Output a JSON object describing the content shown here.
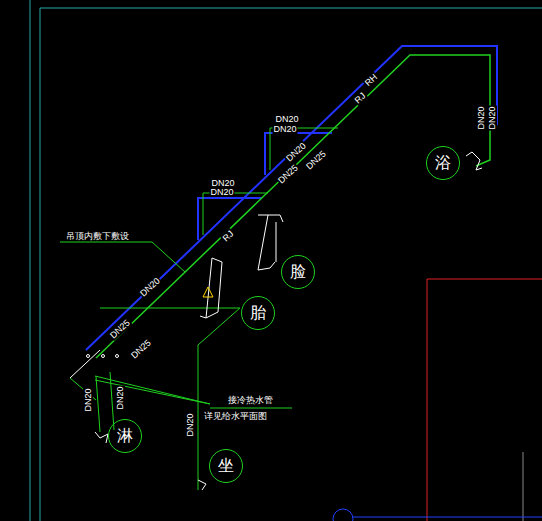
{
  "diagram": {
    "nodes": [
      {
        "text": [
          "浴"
        ]
      },
      {
        "text": [
          "脸"
        ]
      },
      {
        "text": [
          "胎"
        ]
      },
      {
        "text": [
          "淋"
        ]
      },
      {
        "text": [
          "坐"
        ]
      }
    ],
    "labels": [
      "RH",
      "RJ",
      "DN20",
      "DN20",
      "DN20",
      "DN25",
      "DN25",
      "DN20",
      "DN20",
      "RJ",
      "DN20",
      "DN25",
      "DN25",
      "DN20",
      "DN20",
      "DN20",
      "DN20",
      "DN20",
      "吊顶内敷下敷设",
      "接冷热水管",
      "详见给水平面图"
    ]
  }
}
